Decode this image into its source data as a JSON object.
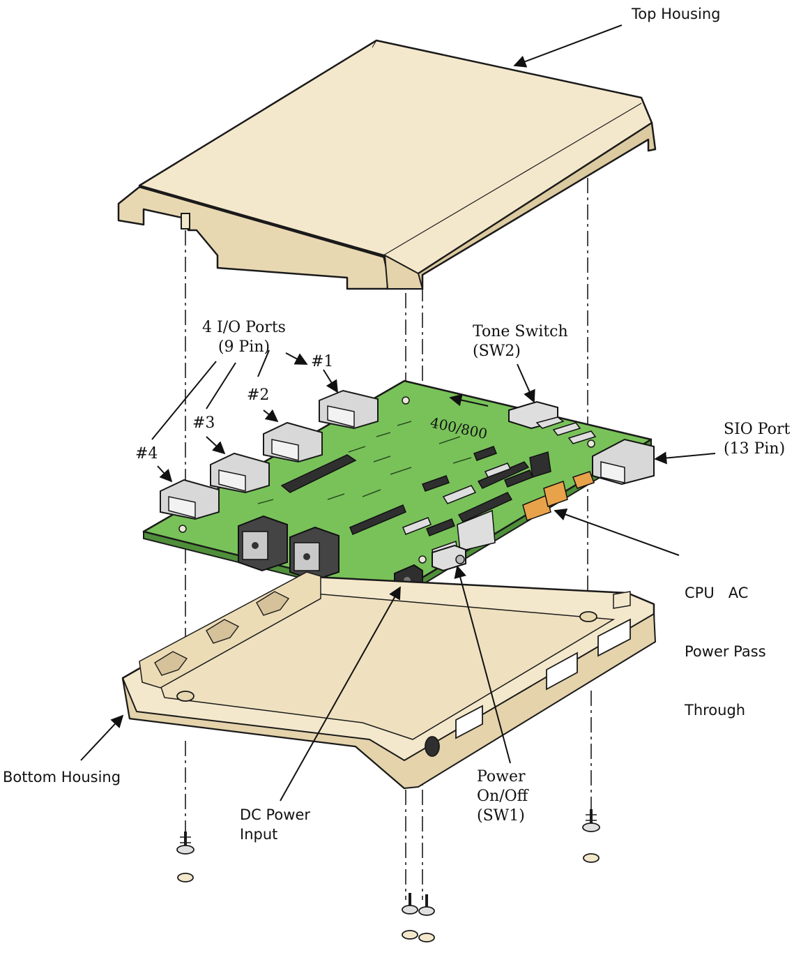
{
  "diagram": {
    "labels": {
      "top_housing": "Top Housing",
      "io_ports_line1": "4 I/O Ports",
      "io_ports_line2": "(9 Pin)",
      "port_1": "#1",
      "port_2": "#2",
      "port_3": "#3",
      "port_4": "#4",
      "board_marking": "400/800",
      "tone_switch_line1": "Tone Switch",
      "tone_switch_line2": "(SW2)",
      "sio_port_line1": "SIO Port",
      "sio_port_line2": "(13 Pin)",
      "cpu_ac_line1": "CPU   AC",
      "cpu_ac_line2": "Power Pass",
      "cpu_ac_line3": "Through",
      "bottom_housing": "Bottom Housing",
      "dc_power_line1": "DC Power",
      "dc_power_line2": "Input",
      "power_switch_line1": "Power",
      "power_switch_line2": "On/Off",
      "power_switch_line3": "(SW1)"
    },
    "colors": {
      "housing": "#f4e8cc",
      "housing_shade": "#e6d6b0",
      "housing_dark": "#d9c69c",
      "board": "#79c25a",
      "board_edge": "#4f8f3a",
      "outline": "#1a1a1a",
      "connector": "#d8d8d8",
      "chip": "#2f2f2f",
      "amber": "#e8a24a"
    },
    "icons": [
      "screw-icon",
      "washer-icon",
      "arrow-icon"
    ]
  }
}
